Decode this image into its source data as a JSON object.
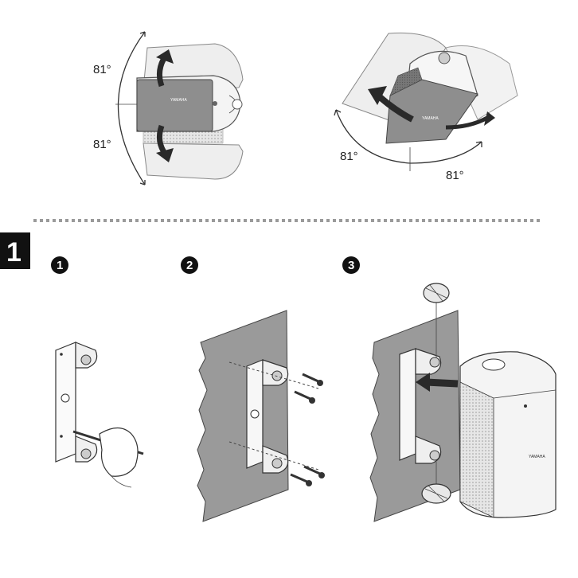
{
  "top": {
    "horizontal_view": {
      "angle_up": "81°",
      "angle_down": "81°"
    },
    "angled_view": {
      "angle_left": "81°",
      "angle_right": "81°"
    }
  },
  "section": {
    "number": "1",
    "steps": [
      {
        "badge": "1"
      },
      {
        "badge": "2"
      },
      {
        "badge": "3"
      }
    ]
  },
  "brand": "YAMAHA",
  "colors": {
    "speaker_dark": "#8a8a8a",
    "speaker_light": "#d9d9d9",
    "wall": "#9a9a9a",
    "arrow": "#2a2a2a",
    "divider": "#9a9a9a"
  }
}
